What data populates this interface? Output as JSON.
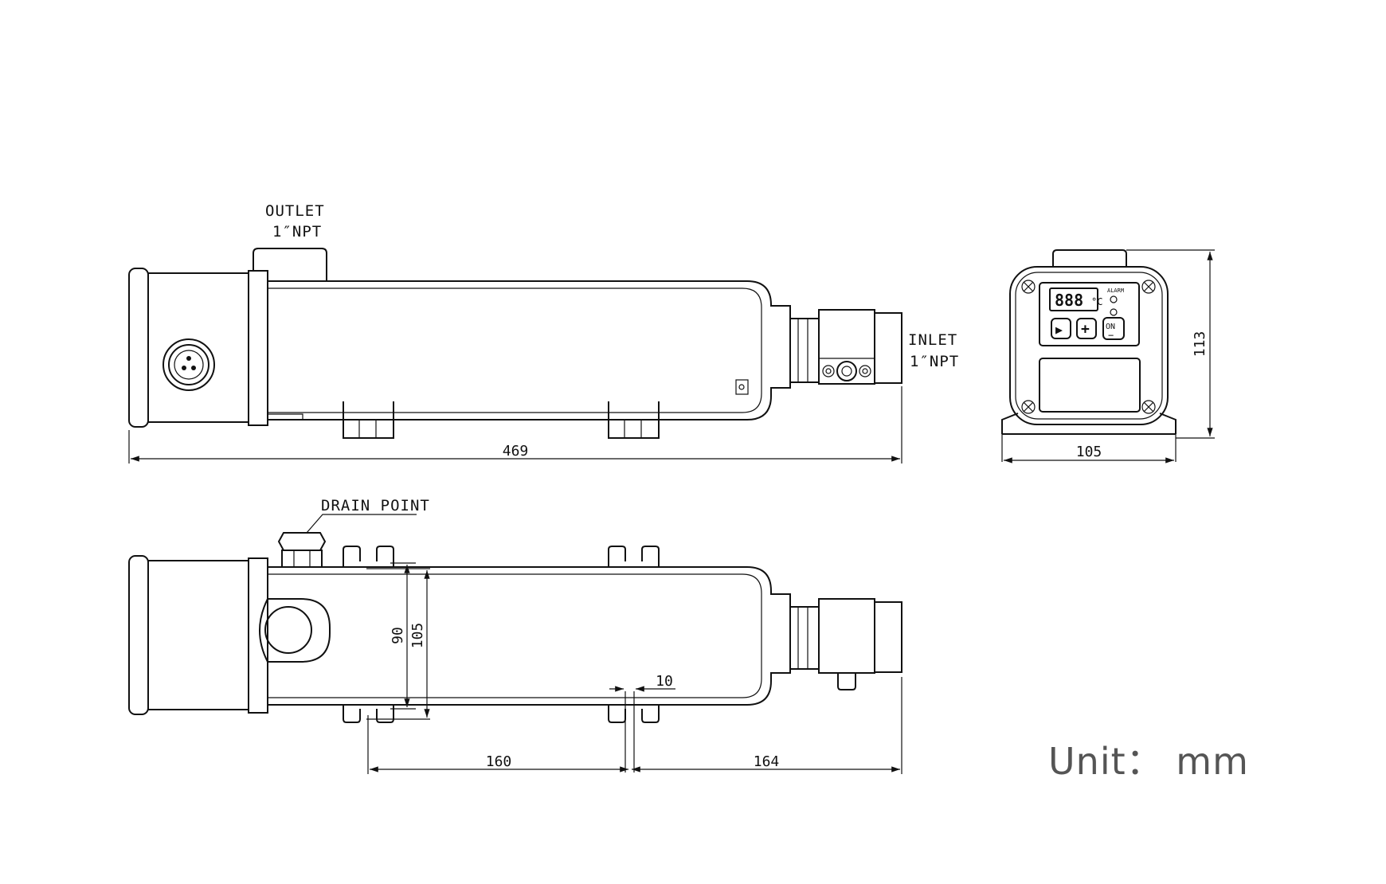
{
  "labels": {
    "outlet_line1": "OUTLET",
    "outlet_line2": "1″NPT",
    "inlet_line1": "INLET",
    "inlet_line2": "1″NPT",
    "drain": "DRAIN POINT",
    "unit": "Unit： mm"
  },
  "dimensions": {
    "overall_length": "469",
    "end_width": "105",
    "end_height": "113",
    "inner_90": "90",
    "inner_105": "105",
    "slot_10": "10",
    "span_160": "160",
    "span_164": "164"
  },
  "control_panel": {
    "display": "888",
    "degree": "°C",
    "alarm": "ALARM",
    "play": "▶",
    "plus": "+",
    "on": "ON",
    "minus": "−"
  },
  "icons": [
    "power-connector-icon",
    "mounting-screw-icon"
  ]
}
